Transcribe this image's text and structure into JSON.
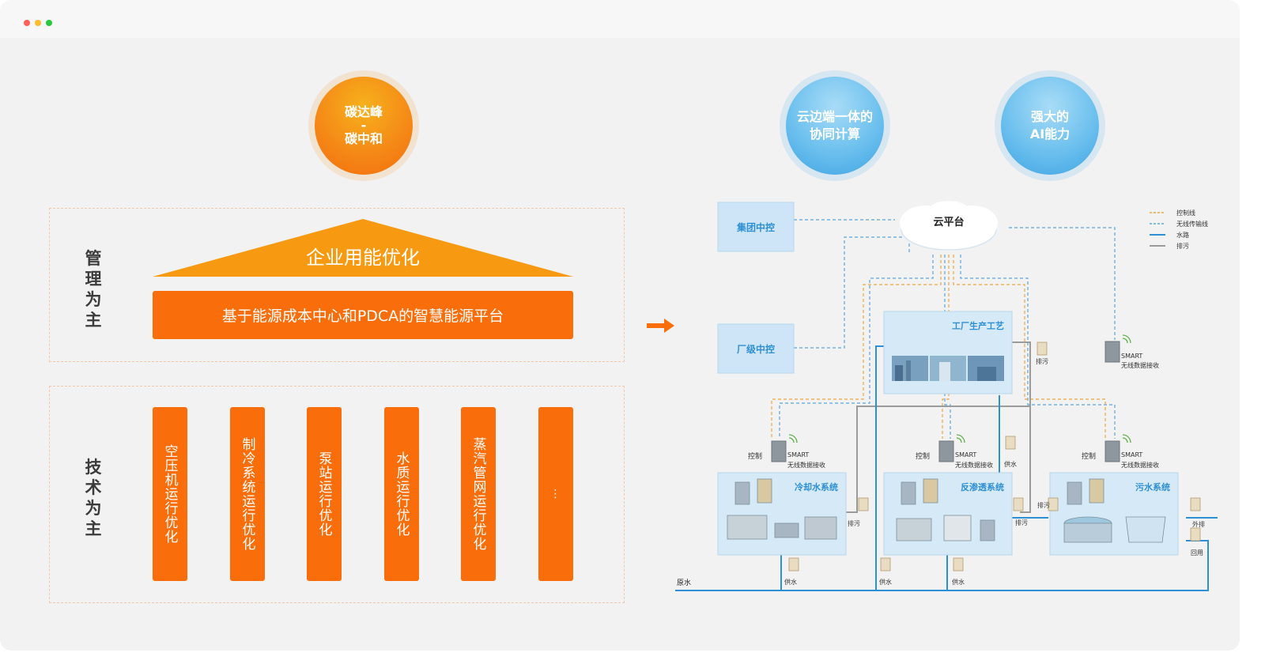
{
  "badges": {
    "carbon": {
      "line1": "碳达峰",
      "line2": "-",
      "line3": "碳中和"
    },
    "cloud_edge": {
      "line1": "云边端一体的",
      "line2": "协同计算"
    },
    "ai": {
      "line1": "强大的",
      "line2": "AI能力"
    }
  },
  "management": {
    "label": "管理为主",
    "triangle_text": "企业用能优化",
    "platform_text": "基于能源成本中心和PDCA的智慧能源平台"
  },
  "technology": {
    "label": "技术为主",
    "columns": [
      "空压机运行优化",
      "制冷系统运行优化",
      "泵站运行优化",
      "水质运行优化",
      "蒸汽管网运行优化",
      "⋮"
    ]
  },
  "diagram": {
    "cloud": "云平台",
    "group_control": "集团中控",
    "factory_control": "厂级中控",
    "factory_process": "工厂生产工艺",
    "cooling": "冷却水系统",
    "ro": "反渗透系统",
    "sewage": "污水系统",
    "control": "控制",
    "smart_line1": "SMART",
    "smart_line2": "无线数据接收",
    "drain": "排污",
    "supply": "供水",
    "raw_water": "原水",
    "discharge": "外排",
    "reuse": "回用",
    "legend": [
      "控制线",
      "无线传输线",
      "水路",
      "排污"
    ]
  },
  "colors": {
    "orange": "#f96d0a",
    "blue_water": "#2d8fd5",
    "control_line": "#f0a640",
    "wireless_line": "#5aa7e0",
    "drain_line": "#9b9b9b"
  }
}
